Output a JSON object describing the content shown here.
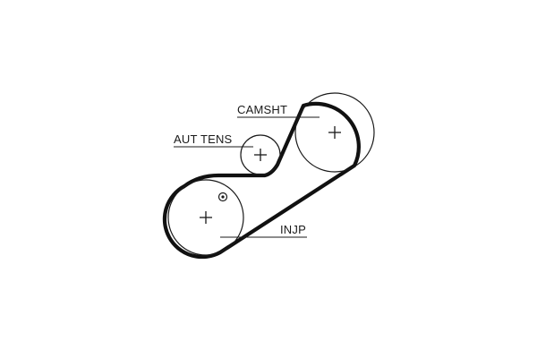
{
  "labels": {
    "camshaft": "CAMSHT",
    "auto_tensioner": "AUT TENS",
    "injection_pump": "INJP"
  }
}
